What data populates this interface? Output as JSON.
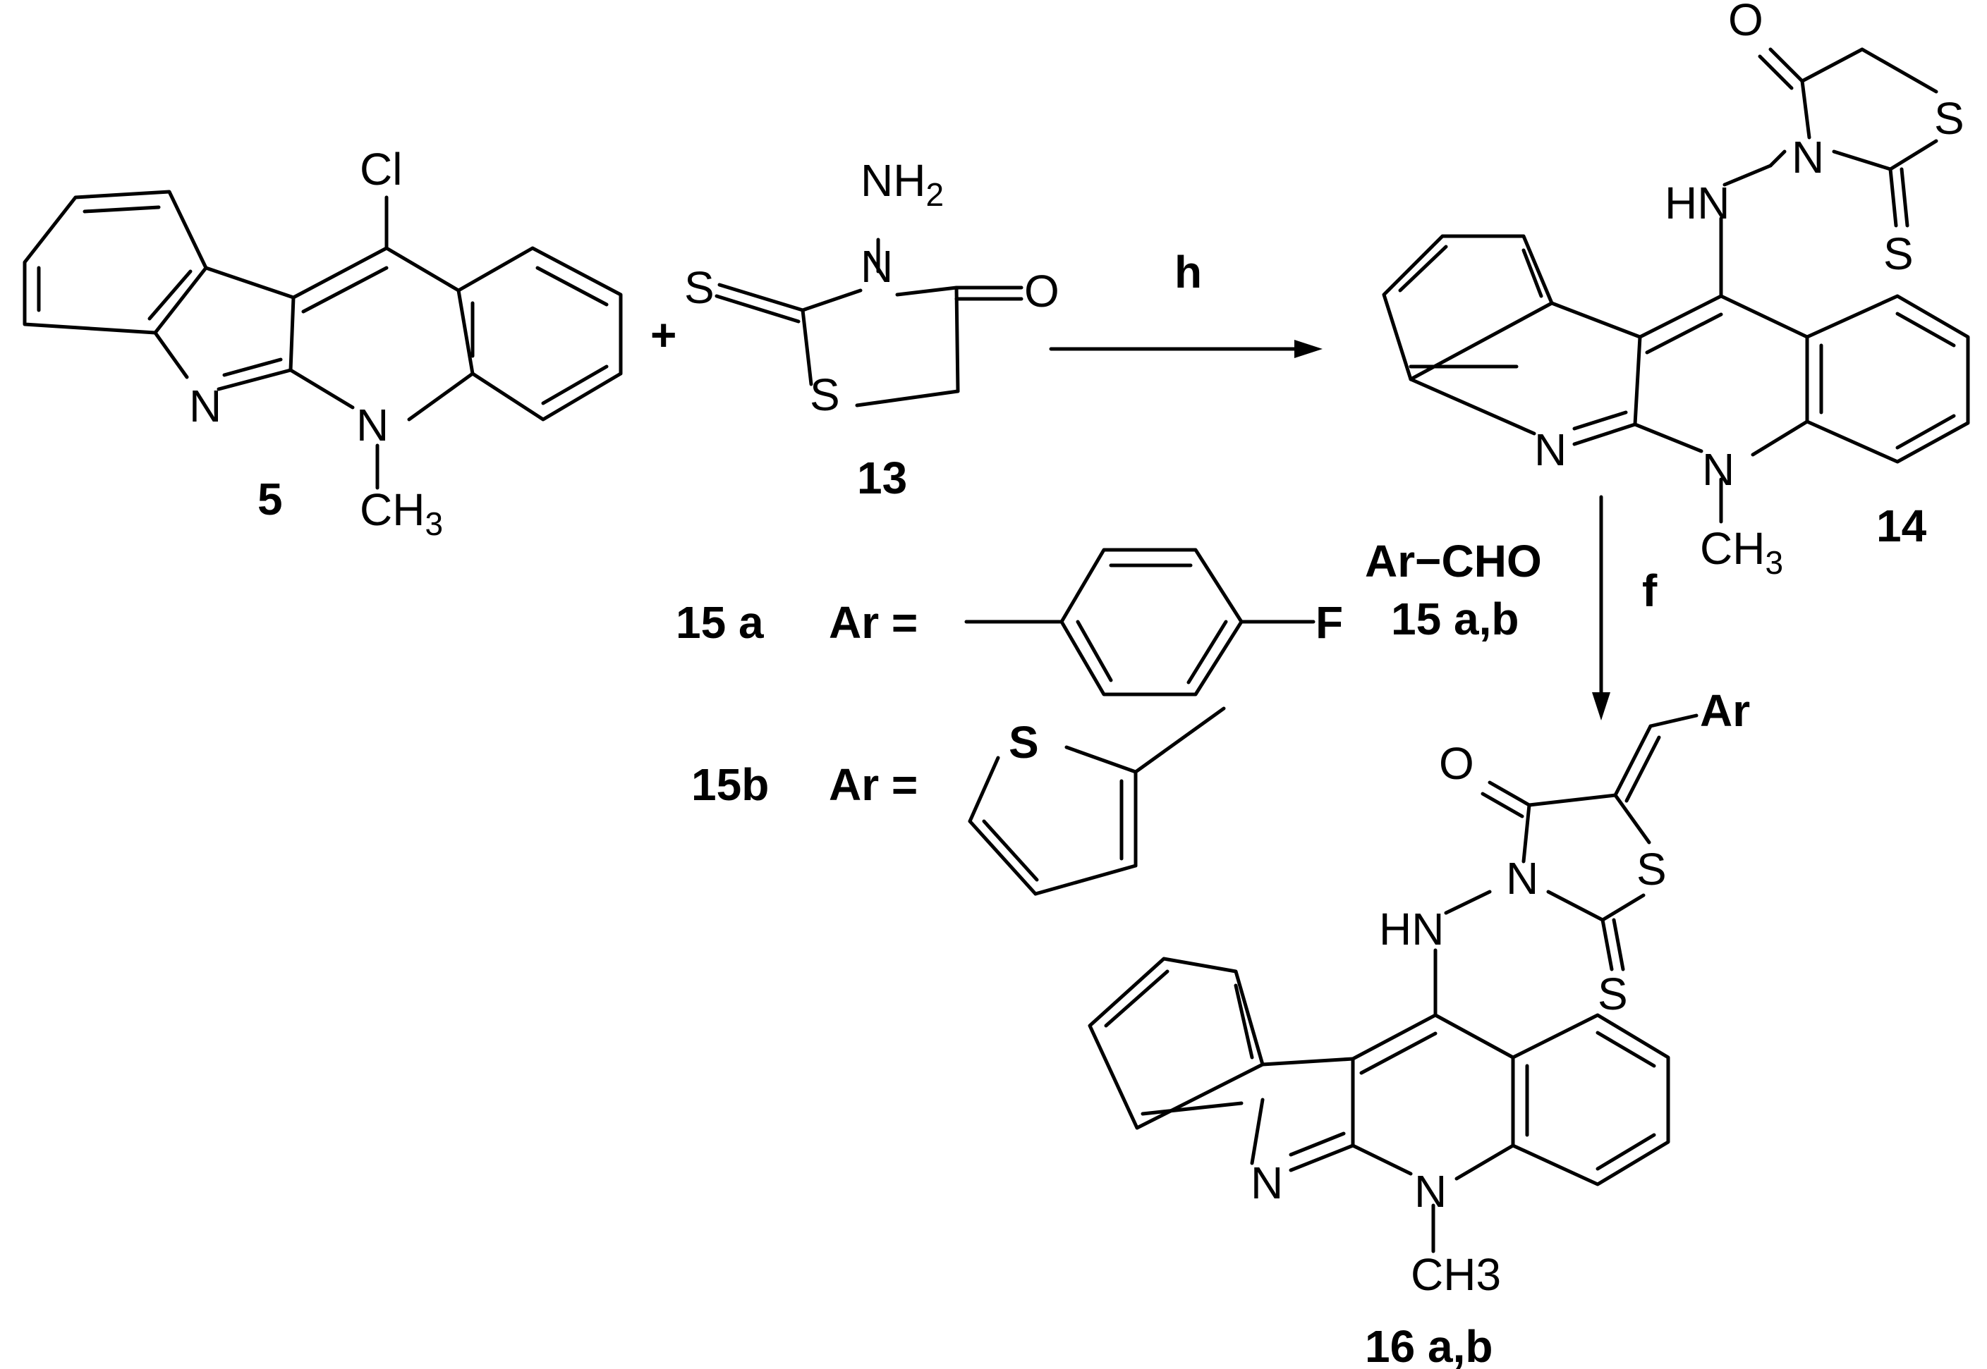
{
  "compounds": {
    "c5": {
      "label": "5",
      "substituent_top": "Cl",
      "ring_n1": "N",
      "ring_n2": "N",
      "n_methyl": "CH",
      "n_methyl_sub": "3"
    },
    "c13": {
      "label": "13",
      "amino": "NH",
      "amino_sub": "2",
      "ring_n": "N",
      "ring_s": "S",
      "thione_s": "S",
      "carbonyl_o": "O"
    },
    "c14": {
      "label": "14",
      "linker": "HN",
      "ring_n": "N",
      "ring_s": "S",
      "thione_s": "S",
      "carbonyl_o": "O",
      "core_n1": "N",
      "core_n2": "N",
      "n_methyl": "CH",
      "n_methyl_sub": "3"
    },
    "c16": {
      "label": "16 a,b",
      "aryl": "Ar",
      "linker": "HN",
      "ring_n": "N",
      "ring_s": "S",
      "thione_s": "S",
      "carbonyl_o": "O",
      "core_n1": "N",
      "core_n2": "N",
      "n_methyl": "CH3"
    }
  },
  "operators": {
    "plus": "+"
  },
  "conditions": {
    "step1": "h",
    "step2": "f",
    "reagent_line1": "Ar−CHO",
    "reagent_line2": "15 a,b"
  },
  "aryl_definitions": {
    "a": {
      "label": "15 a",
      "prefix": "Ar =",
      "substituent": "F"
    },
    "b": {
      "label": "15b",
      "prefix": "Ar =",
      "heteroatom": "S"
    }
  }
}
